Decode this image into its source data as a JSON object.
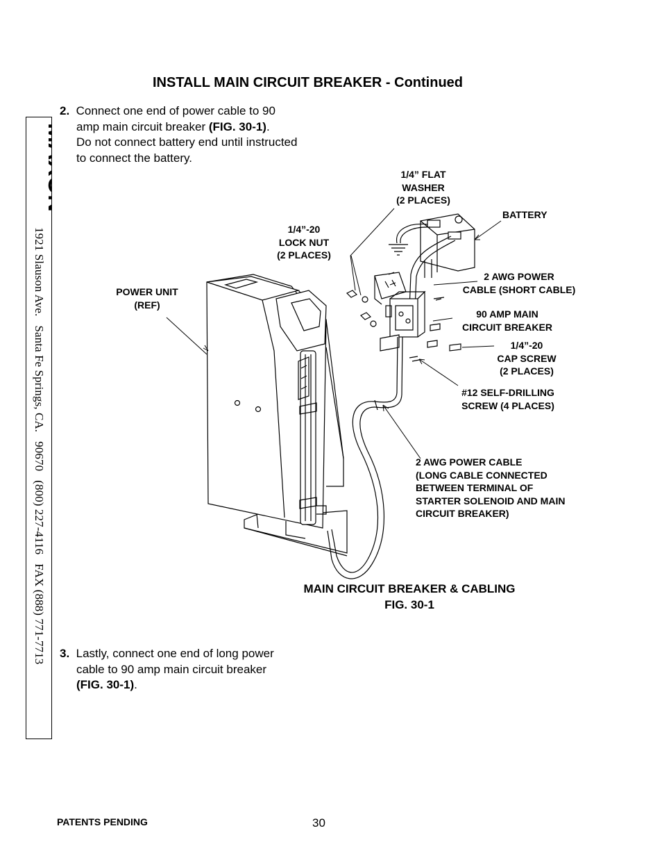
{
  "heading": "INSTALL MAIN CIRCUIT BREAKER - Continued",
  "sidebar": {
    "logo_text": "MAXON",
    "registered_mark": "®",
    "address": "1921 Slauson Ave.   Santa Fe Springs, CA.   90670   (800) 227-4116   FAX (888) 771-7713"
  },
  "step2": {
    "number": "2.",
    "line1": "Connect one end of power cable to 90",
    "line2_pre": "amp main circuit breaker ",
    "line2_ref": "(FIG. 30-1)",
    "line2_post": ".",
    "line3": "Do not connect battery end until instructed",
    "line4": "to connect the battery."
  },
  "figure": {
    "labels": {
      "flat_washer": [
        "1/4” FLAT",
        "WASHER",
        "(2 PLACES)"
      ],
      "battery": [
        "BATTERY"
      ],
      "lock_nut": [
        "1/4”-20",
        "LOCK NUT",
        "(2 PLACES)"
      ],
      "power_unit": [
        "POWER UNIT",
        "(REF)"
      ],
      "short_cable": [
        "2 AWG POWER",
        "CABLE (SHORT CABLE)"
      ],
      "breaker": [
        "90 AMP MAIN",
        "CIRCUIT BREAKER"
      ],
      "cap_screw": [
        "1/4”-20",
        "CAP SCREW",
        "(2 PLACES)"
      ],
      "self_drilling": [
        "#12 SELF-DRILLING",
        "SCREW (4 PLACES)"
      ],
      "long_cable": [
        "2 AWG POWER CABLE",
        "(LONG CABLE CONNECTED",
        "BETWEEN TERMINAL OF",
        "STARTER SOLENOID AND MAIN",
        "CIRCUIT BREAKER)"
      ]
    },
    "caption_line1": "MAIN CIRCUIT BREAKER & CABLING",
    "caption_line2": "FIG. 30-1"
  },
  "step3": {
    "number": "3.",
    "line1": "Lastly, connect one end of long power",
    "line2": "cable to 90 amp main circuit breaker",
    "line3_ref": "(FIG. 30-1)",
    "line3_post": "."
  },
  "footer": {
    "patents": "PATENTS PENDING",
    "page_number": "30"
  }
}
